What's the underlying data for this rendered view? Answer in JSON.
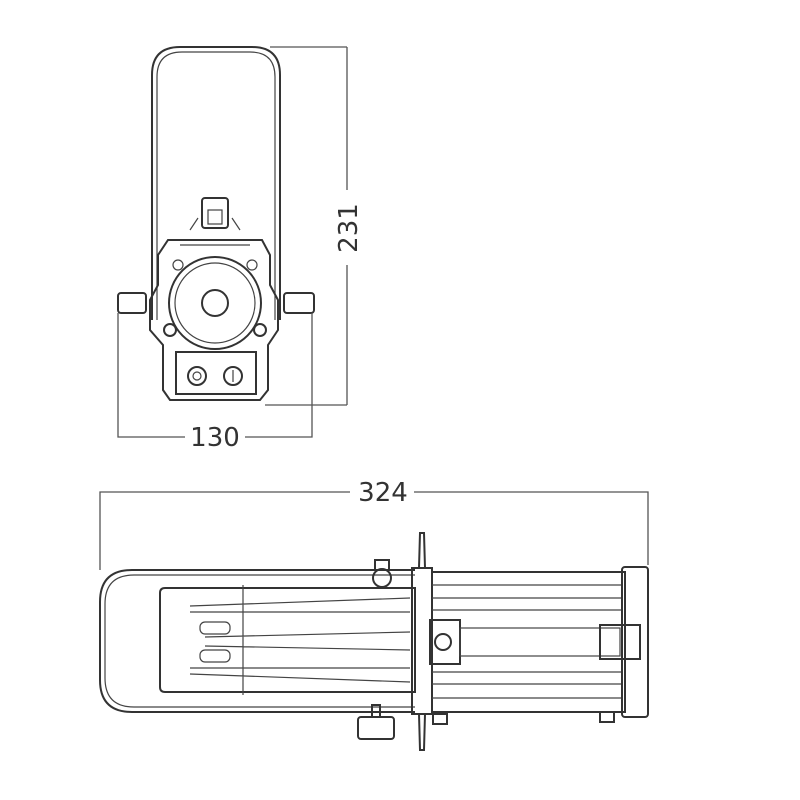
{
  "front_view": {
    "height_dimension": "231",
    "width_dimension": "130"
  },
  "side_view": {
    "length_dimension": "324"
  }
}
